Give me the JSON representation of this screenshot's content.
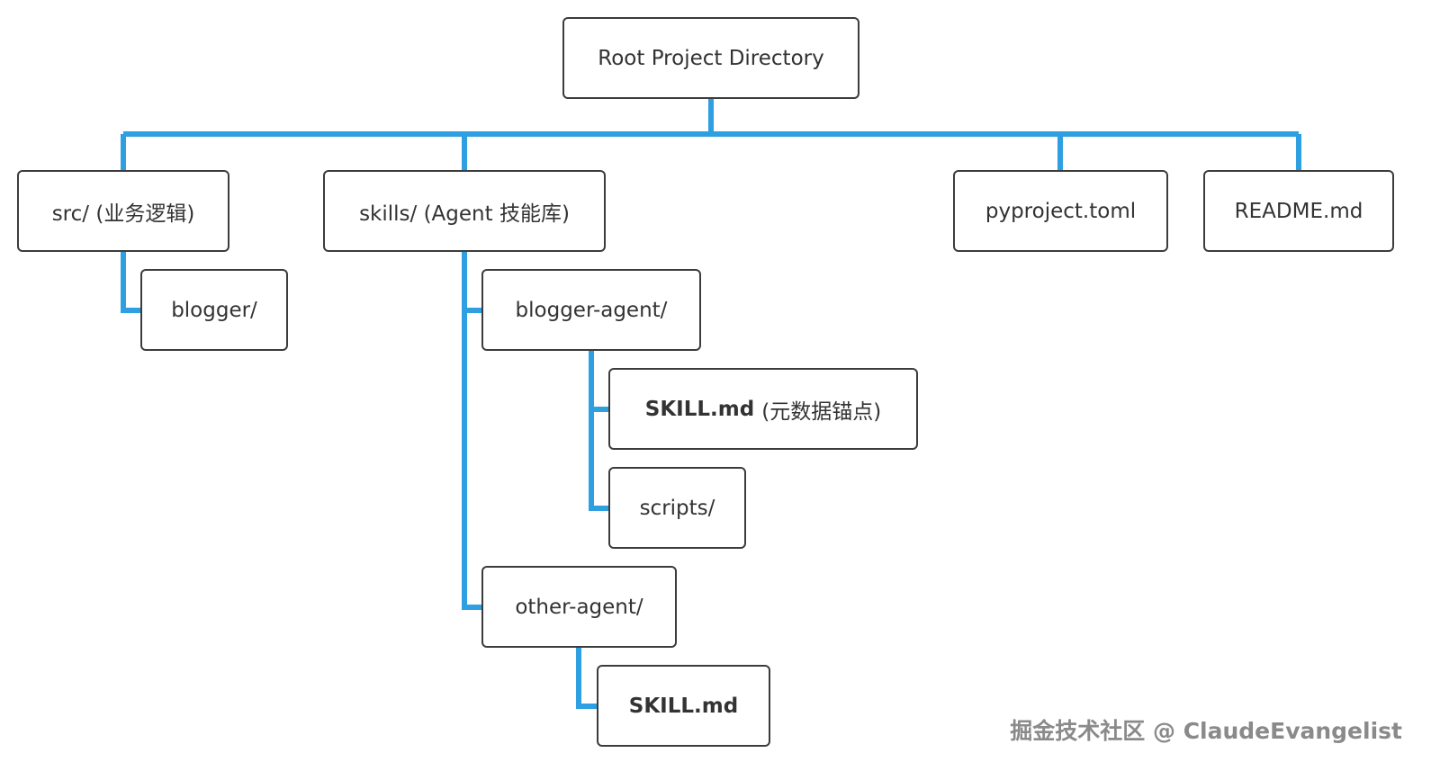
{
  "colors": {
    "connector": "#2e9fe0",
    "border": "#3c3c3c",
    "text": "#333333"
  },
  "nodes": {
    "root": {
      "label": "Root Project Directory"
    },
    "src": {
      "label": "src/ (业务逻辑)"
    },
    "src_blogger": {
      "label": "blogger/"
    },
    "skills": {
      "label": "skills/ (Agent 技能库)"
    },
    "blogger_agent": {
      "label": "blogger-agent/"
    },
    "skill_md_1": {
      "label": "SKILL.md",
      "note": "(元数据锚点)"
    },
    "scripts": {
      "label": "scripts/"
    },
    "other_agent": {
      "label": "other-agent/"
    },
    "skill_md_2": {
      "label": "SKILL.md"
    },
    "pyproject": {
      "label": "pyproject.toml"
    },
    "readme": {
      "label": "README.md"
    }
  },
  "watermark": "掘金技术社区 @ ClaudeEvangelist"
}
